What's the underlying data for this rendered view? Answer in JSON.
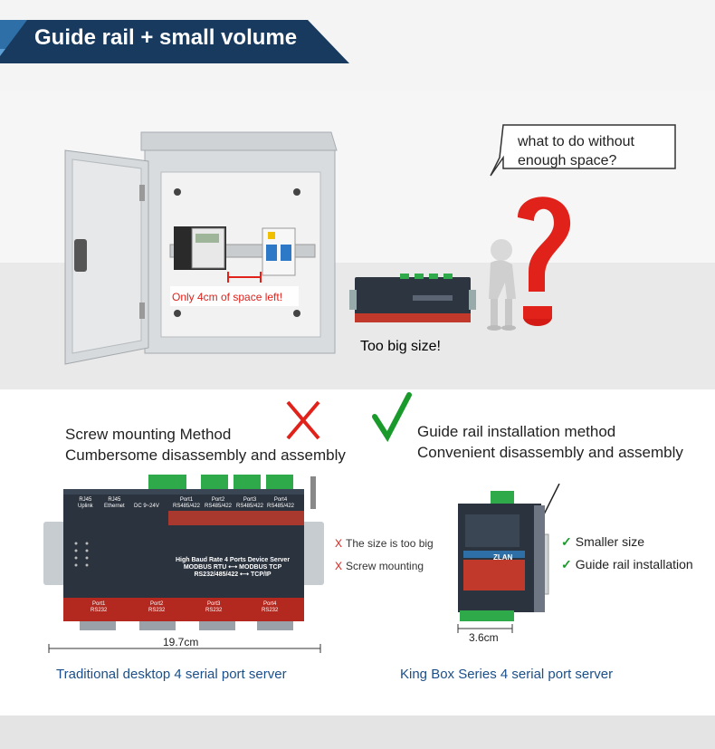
{
  "header": {
    "title": "Guide rail + small volume"
  },
  "problem": {
    "bubble_line1": "what to do without",
    "bubble_line2": "enough space?",
    "space_label": "Only 4cm of space left!",
    "big_size_label": "Too big size!"
  },
  "comparison": {
    "screw": {
      "line1": "Screw mounting Method",
      "line2": "Cumbersome disassembly and assembly",
      "mark": "X",
      "notes": [
        {
          "mark": "X",
          "text": "The size is too big"
        },
        {
          "mark": "X",
          "text": "Screw mounting"
        }
      ],
      "width_label": "19.7cm",
      "caption": "Traditional desktop 4 serial port server"
    },
    "rail": {
      "line1": "Guide rail installation method",
      "line2": "Convenient disassembly and assembly",
      "mark": "✓",
      "notes": [
        {
          "mark": "✓",
          "text": "Smaller size"
        },
        {
          "mark": "✓",
          "text": "Guide rail installation"
        }
      ],
      "width_label": "3.6cm",
      "caption": "King Box Series 4 serial port server"
    }
  },
  "device_large": {
    "top_ports": [
      {
        "name": "Port1",
        "type": "RS485/422"
      },
      {
        "name": "Port2",
        "type": "RS485/422"
      },
      {
        "name": "Port3",
        "type": "RS485/422"
      },
      {
        "name": "Port4",
        "type": "RS485/422"
      }
    ],
    "rj45_uplink": "RJ45",
    "rj45_uplink_sub": "Uplink",
    "rj45_eth": "RJ45",
    "rj45_eth_sub": "Ethernet",
    "dc": "DC 9~24V",
    "desc1": "High Baud Rate 4 Ports Device Server",
    "desc2": "MODBUS RTU ⟷ MODBUS TCP",
    "desc3": "RS232/485/422 ⟷ TCP/IP",
    "bottom_ports": [
      {
        "name": "Port1",
        "type": "RS232"
      },
      {
        "name": "Port2",
        "type": "RS232"
      },
      {
        "name": "Port3",
        "type": "RS232"
      },
      {
        "name": "Port4",
        "type": "RS232"
      }
    ]
  },
  "device_small": {
    "brand": "ZLAN"
  },
  "colors": {
    "banner": "#173a5e",
    "accent_red": "#e0221b",
    "accent_green": "#1a9a2a",
    "caption_blue": "#1b4f8a",
    "band_gray": "#eeeeee"
  }
}
